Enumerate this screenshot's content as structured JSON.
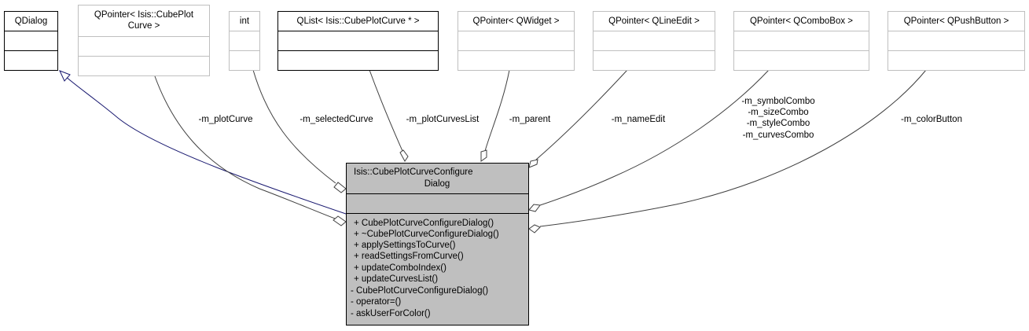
{
  "diagram": {
    "title": "Collaboration diagram for Isis::CubePlotCurveConfigureDialog",
    "colors": {
      "main_fill": "#bfbfbf",
      "dark_border": "#000000",
      "light_border": "#bfbfbf",
      "edge": "#404040",
      "inheritance_edge": "#191970"
    },
    "classes": [
      {
        "id": "qdialog",
        "name_lines": [
          "QDialog"
        ],
        "style": "dark"
      },
      {
        "id": "qpointer-plotcurve",
        "name_lines": [
          "QPointer< Isis::CubePlot",
          "Curve >"
        ],
        "style": "light"
      },
      {
        "id": "int",
        "name_lines": [
          "int"
        ],
        "style": "light"
      },
      {
        "id": "qlist-plotcurve",
        "name_lines": [
          "QList< Isis::CubePlotCurve * >"
        ],
        "style": "dark"
      },
      {
        "id": "qpointer-qwidget",
        "name_lines": [
          "QPointer< QWidget >"
        ],
        "style": "light"
      },
      {
        "id": "qpointer-qlineedit",
        "name_lines": [
          "QPointer< QLineEdit >"
        ],
        "style": "light"
      },
      {
        "id": "qpointer-qcombobox",
        "name_lines": [
          "QPointer< QComboBox >"
        ],
        "style": "light"
      },
      {
        "id": "qpointer-qpushbutton",
        "name_lines": [
          "QPointer< QPushButton >"
        ],
        "style": "light"
      }
    ],
    "main_class": {
      "name_lines": [
        "Isis::CubePlotCurveConfigure",
        "Dialog"
      ],
      "attributes": [],
      "methods": [
        "+ CubePlotCurveConfigureDialog()",
        "+ ~CubePlotCurveConfigureDialog()",
        "+ applySettingsToCurve()",
        "+ readSettingsFromCurve()",
        "+ updateComboIndex()",
        "+ updateCurvesList()",
        "- CubePlotCurveConfigureDialog()",
        "- operator=()",
        "- askUserForColor()"
      ]
    },
    "edges": [
      {
        "from": "qdialog",
        "type": "inheritance",
        "label_lines": []
      },
      {
        "from": "qpointer-plotcurve",
        "type": "composition",
        "label_lines": [
          "-m_plotCurve"
        ]
      },
      {
        "from": "int",
        "type": "composition",
        "label_lines": [
          "-m_selectedCurve"
        ]
      },
      {
        "from": "qlist-plotcurve",
        "type": "composition",
        "label_lines": [
          "-m_plotCurvesList"
        ]
      },
      {
        "from": "qpointer-qwidget",
        "type": "composition",
        "label_lines": [
          "-m_parent"
        ]
      },
      {
        "from": "qpointer-qlineedit",
        "type": "composition",
        "label_lines": [
          "-m_nameEdit"
        ]
      },
      {
        "from": "qpointer-qcombobox",
        "type": "composition",
        "label_lines": [
          "-m_symbolCombo",
          "-m_sizeCombo",
          "-m_styleCombo",
          "-m_curvesCombo"
        ]
      },
      {
        "from": "qpointer-qpushbutton",
        "type": "composition",
        "label_lines": [
          "-m_colorButton"
        ]
      }
    ]
  }
}
